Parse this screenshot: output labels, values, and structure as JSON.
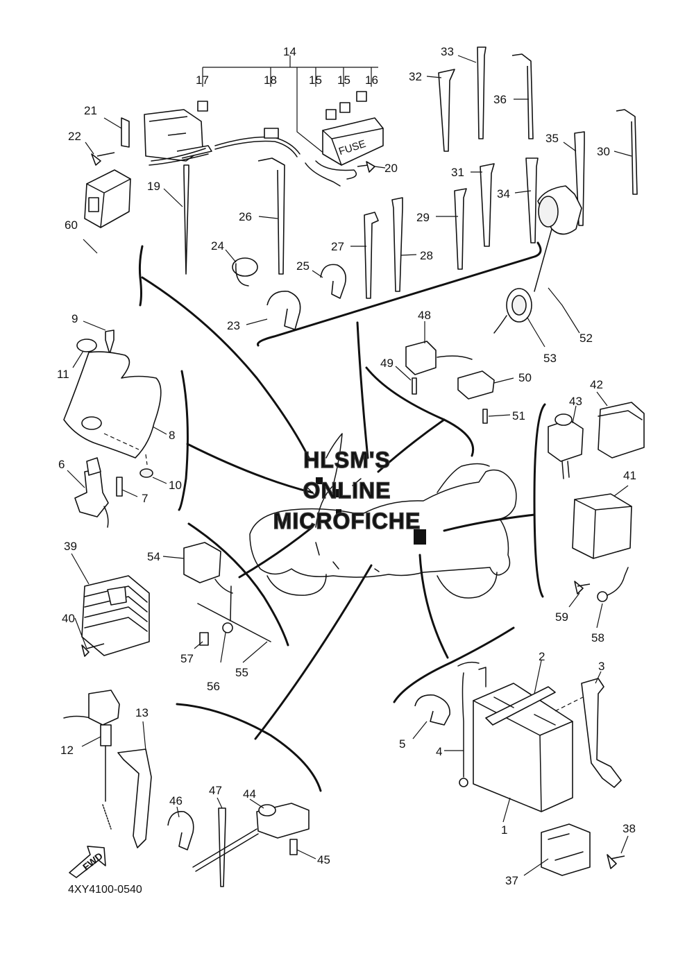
{
  "watermark": {
    "line1": "HLSM'S",
    "line2": "ONLINE",
    "line3": "MICROFICHE"
  },
  "fwd_label": "FWD",
  "doc_code": "4XY4100-0540",
  "fuse_text": "FUSE",
  "callouts": {
    "c1": "1",
    "c2": "2",
    "c3": "3",
    "c4": "4",
    "c5": "5",
    "c6": "6",
    "c7": "7",
    "c8": "8",
    "c9": "9",
    "c10": "10",
    "c11": "11",
    "c12": "12",
    "c13": "13",
    "c14": "14",
    "c15a": "15",
    "c15b": "15",
    "c16": "16",
    "c17": "17",
    "c18": "18",
    "c19": "19",
    "c20": "20",
    "c21": "21",
    "c22": "22",
    "c23": "23",
    "c24": "24",
    "c25": "25",
    "c26": "26",
    "c27": "27",
    "c28": "28",
    "c29": "29",
    "c30": "30",
    "c31": "31",
    "c32": "32",
    "c33": "33",
    "c34": "34",
    "c35": "35",
    "c36": "36",
    "c37": "37",
    "c38": "38",
    "c39": "39",
    "c40": "40",
    "c41": "41",
    "c42": "42",
    "c43": "43",
    "c44": "44",
    "c45": "45",
    "c46": "46",
    "c47": "47",
    "c48": "48",
    "c49": "49",
    "c50": "50",
    "c51": "51",
    "c52": "52",
    "c53": "53",
    "c54": "54",
    "c55": "55",
    "c56": "56",
    "c57": "57",
    "c58": "58",
    "c59": "59",
    "c60": "60"
  }
}
